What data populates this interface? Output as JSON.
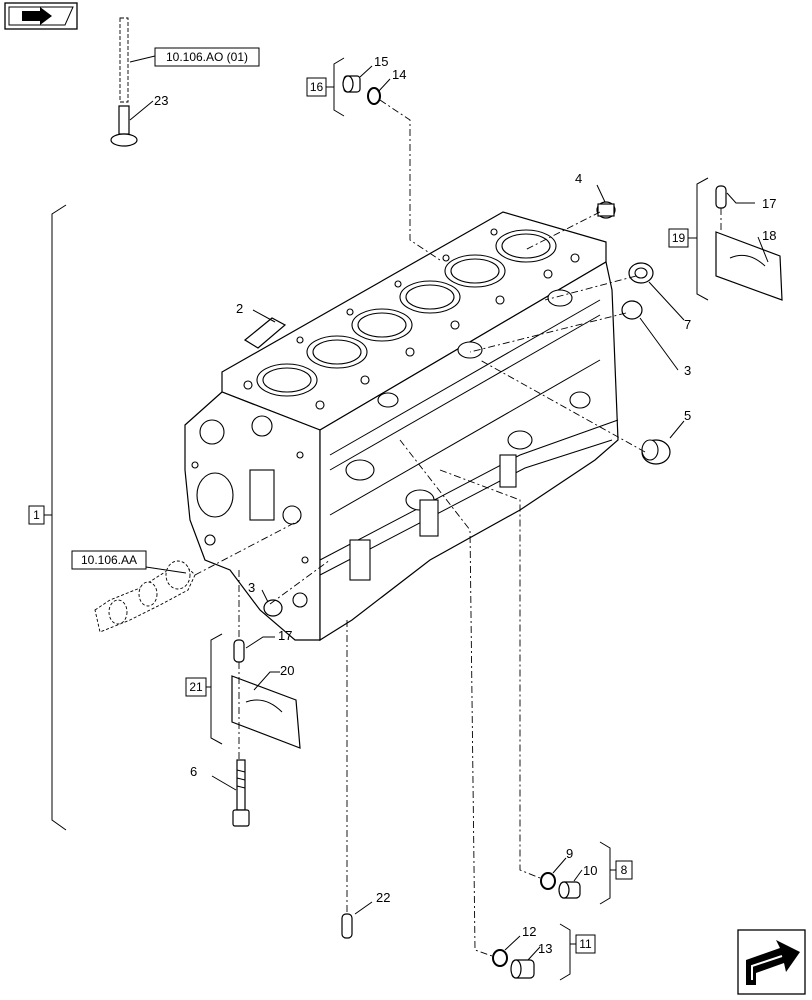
{
  "icons": {
    "top_left": "book-arrow-icon",
    "bottom_right": "next-page-arrow-icon"
  },
  "refs": {
    "top_pipe": "10.106.AO (01)",
    "crankshaft": "10.106.AA"
  },
  "groups": {
    "g1": "1",
    "g8": "8",
    "g11": "11",
    "g16": "16",
    "g19": "19",
    "g21": "21"
  },
  "callouts": {
    "c2": "2",
    "c3a": "3",
    "c3b": "3",
    "c4": "4",
    "c5": "5",
    "c6": "6",
    "c7": "7",
    "c9": "9",
    "c10": "10",
    "c12": "12",
    "c13": "13",
    "c14": "14",
    "c15": "15",
    "c17a": "17",
    "c17b": "17",
    "c18": "18",
    "c20": "20",
    "c22": "22",
    "c23": "23"
  }
}
